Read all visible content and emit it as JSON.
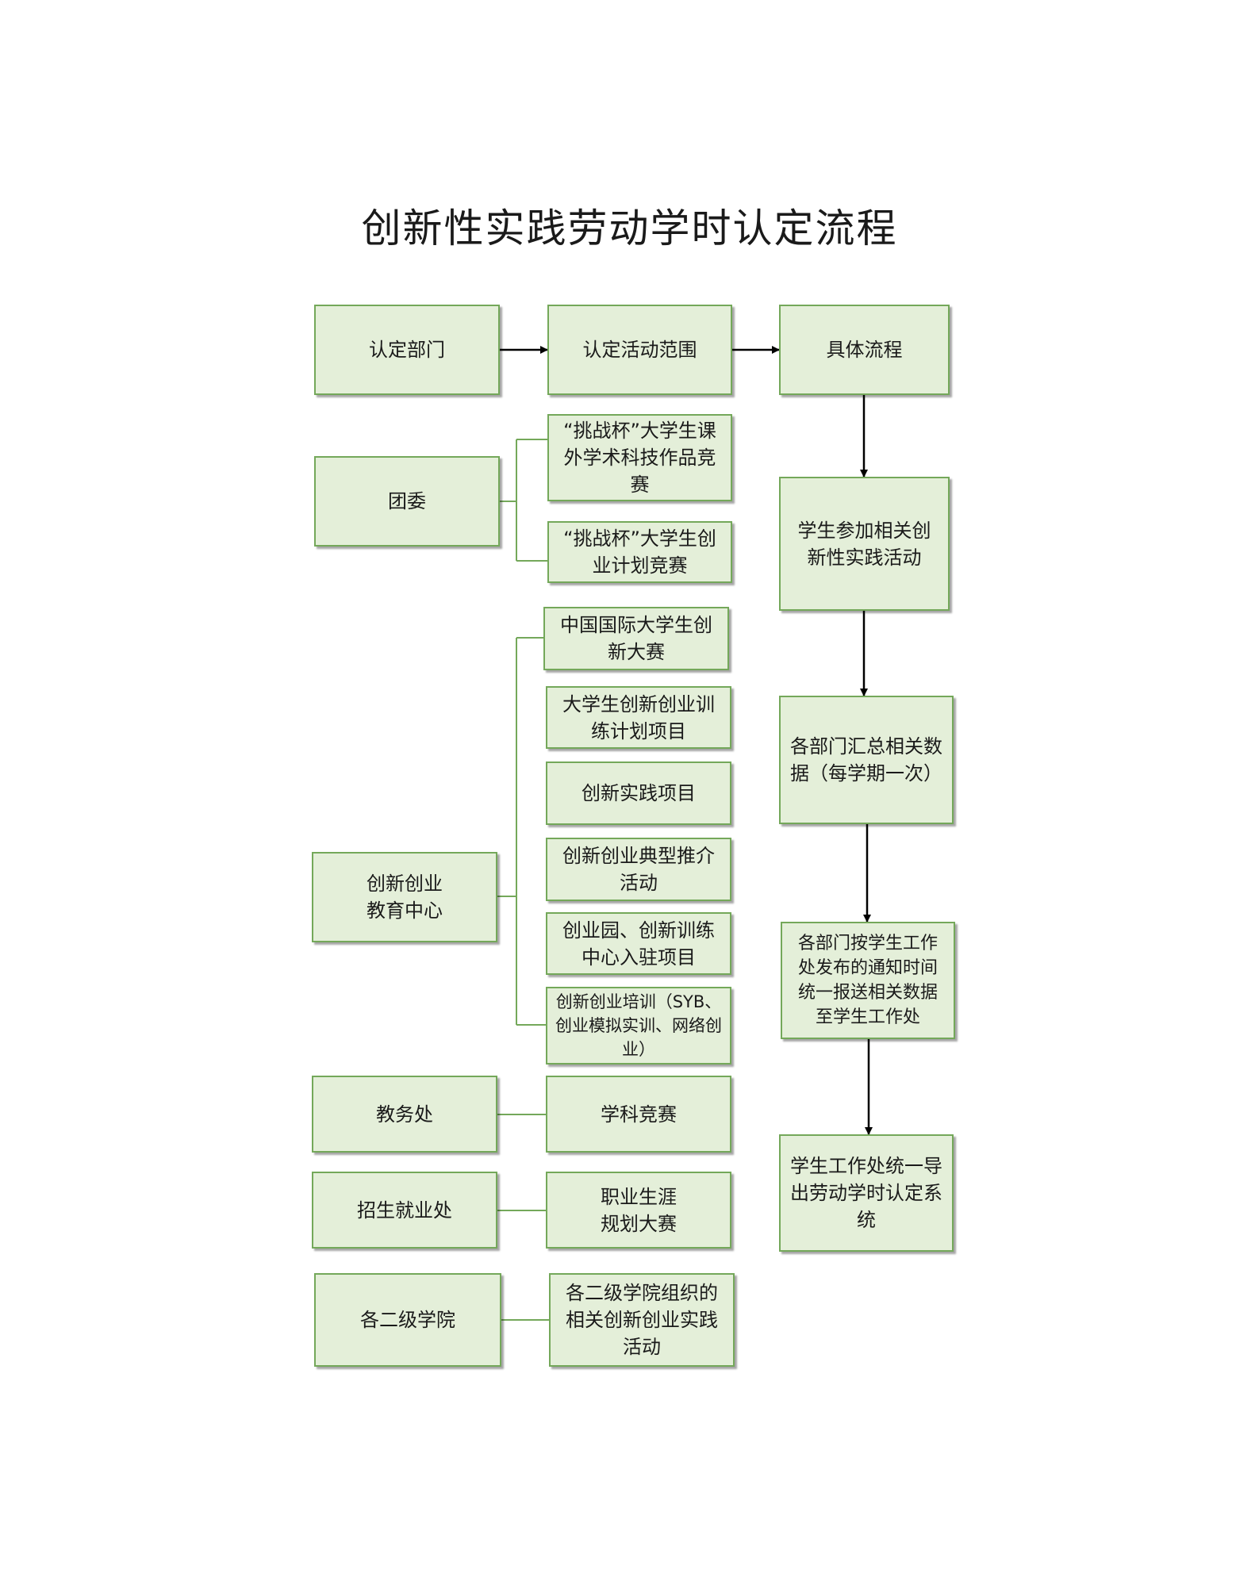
{
  "title": "创新性实践劳动学时认定流程",
  "header": {
    "department": "认定部门",
    "activity_scope": "认定活动范围",
    "process": "具体流程"
  },
  "departments": [
    {
      "name": "团委",
      "activities": [
        "“挑战杯”大学生课外学术科技作品竞赛",
        "“挑战杯”大学生创业计划竞赛"
      ]
    },
    {
      "name": "创新创业\n教育中心",
      "activities": [
        "中国国际大学生创新大赛",
        "大学生创新创业训练计划项目",
        "创新实践项目",
        "创新创业典型推介活动",
        "创业园、创新训练中心入驻项目",
        "创新创业培训（SYB、创业模拟实训、网络创业）"
      ]
    },
    {
      "name": "教务处",
      "activities": [
        "学科竞赛"
      ]
    },
    {
      "name": "招生就业处",
      "activities": [
        "职业生涯\n规划大赛"
      ]
    },
    {
      "name": "各二级学院",
      "activities": [
        "各二级学院组织的相关创新创业实践活动"
      ]
    }
  ],
  "process_steps": [
    "学生参加相关创新性实践活动",
    "各部门汇总相关数据（每学期一次）",
    "各部门按学生工作处发布的通知时间统一报送相关数据至学生工作处",
    "学生工作处统一导出劳动学时认定系统"
  ],
  "colors": {
    "box_fill": "#e4efd9",
    "box_border": "#74a85a",
    "connector": "#74a85a",
    "arrow": "#000000"
  }
}
